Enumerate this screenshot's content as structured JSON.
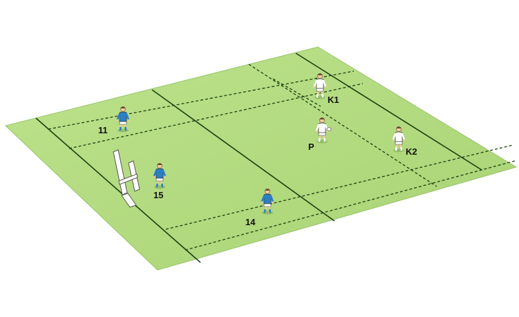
{
  "colors": {
    "pitch": "#b5dc84",
    "pitch_edge": "#98c46a",
    "line": "#1a3f10",
    "attack_jersey": "#2c7fc3",
    "defence_jersey": "#ffffff",
    "skin": "#f1c8a0",
    "post": "#ffffff"
  },
  "players": [
    {
      "label": "11",
      "team": "attack"
    },
    {
      "label": "15",
      "team": "attack"
    },
    {
      "label": "14",
      "team": "attack"
    },
    {
      "label": "K1",
      "team": "defence"
    },
    {
      "label": "P",
      "team": "defence"
    },
    {
      "label": "K2",
      "team": "defence"
    }
  ],
  "goalpost": {
    "icon": "rugby-goalpost-icon"
  }
}
